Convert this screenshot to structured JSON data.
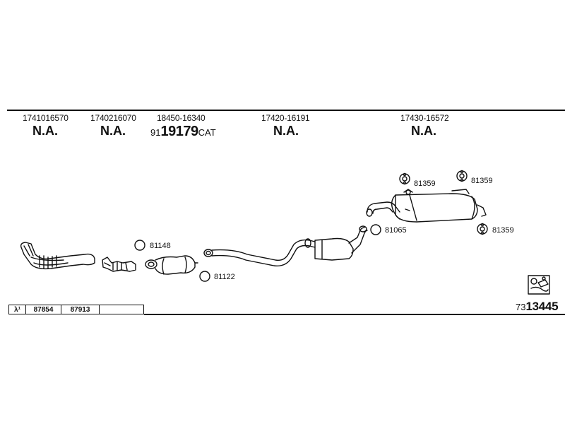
{
  "parts": [
    {
      "number": "1741016570",
      "status": "N.A."
    },
    {
      "number": "1740216070",
      "status": "N.A."
    },
    {
      "number": "18450-16340",
      "cat_prefix": "91",
      "cat_code": "19179",
      "cat_suffix": "CAT"
    },
    {
      "number": "17420-16191",
      "status": "N.A."
    },
    {
      "number": "17430-16572",
      "status": "N.A."
    }
  ],
  "rings": {
    "r1": "81148",
    "r2": "81122",
    "r3": "81065",
    "r4": "81359",
    "r5": "81359",
    "r6": "81359"
  },
  "lambda": {
    "symbol": "λ¹",
    "refs": [
      "87854",
      "87913"
    ]
  },
  "diagram_number": {
    "prefix": "73",
    "main": "13445"
  },
  "icons": {
    "symbol_box": "clamp-kit-icon"
  }
}
